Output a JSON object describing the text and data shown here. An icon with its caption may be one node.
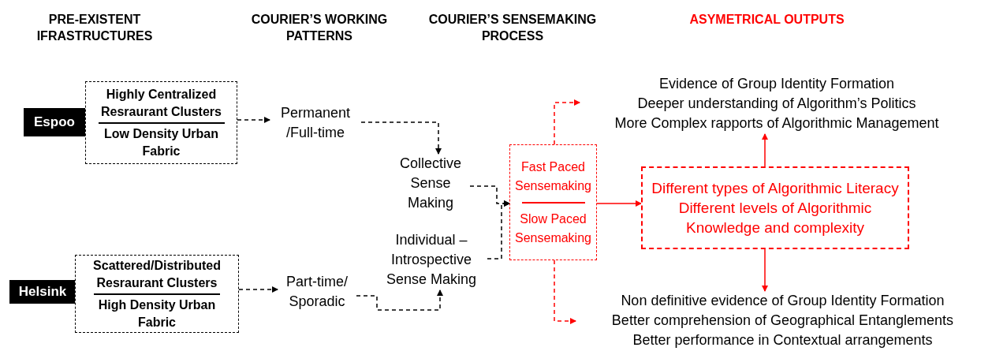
{
  "diagram": {
    "nodes": [
      {
        "text": [
          "Espoo"
        ]
      },
      {
        "text": [
          "Highly Centralized Resraurant Clusters",
          "Low Density Urban Fabric"
        ]
      },
      {
        "text": [
          "Helsink"
        ]
      },
      {
        "text": [
          "Scattered/Distributed Resraurant Clusters",
          "High Density Urban Fabric"
        ]
      },
      {
        "text": [
          "Permanent /Full-time"
        ]
      },
      {
        "text": [
          "Part-time/ Sporadic"
        ]
      },
      {
        "text": [
          "Collective Sense Making"
        ]
      },
      {
        "text": [
          "Individual – Introspective Sense Making"
        ]
      },
      {
        "text": [
          "Fast Paced Sensemaking",
          "Slow Paced Sensemaking"
        ]
      },
      {
        "text": [
          "Different types of Algorithmic Literacy",
          "Different levels of Algorithmic Knowledge and complexity"
        ]
      },
      {
        "text": [
          "Evidence of Group Identity Formation",
          "Deeper understanding of Algorithm’s Politics",
          "More Complex rapports of Algorithmic Management"
        ]
      },
      {
        "text": [
          "Non definitive evidence of Group Identity Formation",
          "Better comprehension of Geographical Entanglements",
          "Better performance in Contextual arrangements"
        ]
      }
    ],
    "edges": [
      {
        "from": 1,
        "to": 4,
        "arrow": "to",
        "style": "dashed"
      },
      {
        "from": 3,
        "to": 5,
        "arrow": "to",
        "style": "dashed"
      },
      {
        "from": 4,
        "to": 6,
        "arrow": "to",
        "style": "dashed"
      },
      {
        "from": 5,
        "to": 7,
        "arrow": "to",
        "style": "dashed"
      },
      {
        "from": 6,
        "to": 8,
        "arrow": "to",
        "style": "dashed"
      },
      {
        "from": 7,
        "to": 8,
        "arrow": "to",
        "style": "dashed"
      },
      {
        "from": 8,
        "to": 10,
        "arrow": "to",
        "style": "dashed",
        "color": "#ff0000"
      },
      {
        "from": 8,
        "to": 11,
        "arrow": "to",
        "style": "dashed",
        "color": "#ff0000"
      },
      {
        "from": 8,
        "to": 9,
        "arrow": "to",
        "color": "#ff0000"
      },
      {
        "from": 9,
        "to": 10,
        "arrow": "to",
        "color": "#ff0000"
      },
      {
        "from": 9,
        "to": 11,
        "arrow": "to",
        "color": "#ff0000"
      }
    ],
    "labels": [
      "PRE-EXISTENT IFRASTRUCTURES",
      "COURIER’S WORKING PATTERNS",
      "COURIER’S SENSEMAKING PROCESS",
      "ASYMETRICAL OUTPUTS"
    ]
  }
}
